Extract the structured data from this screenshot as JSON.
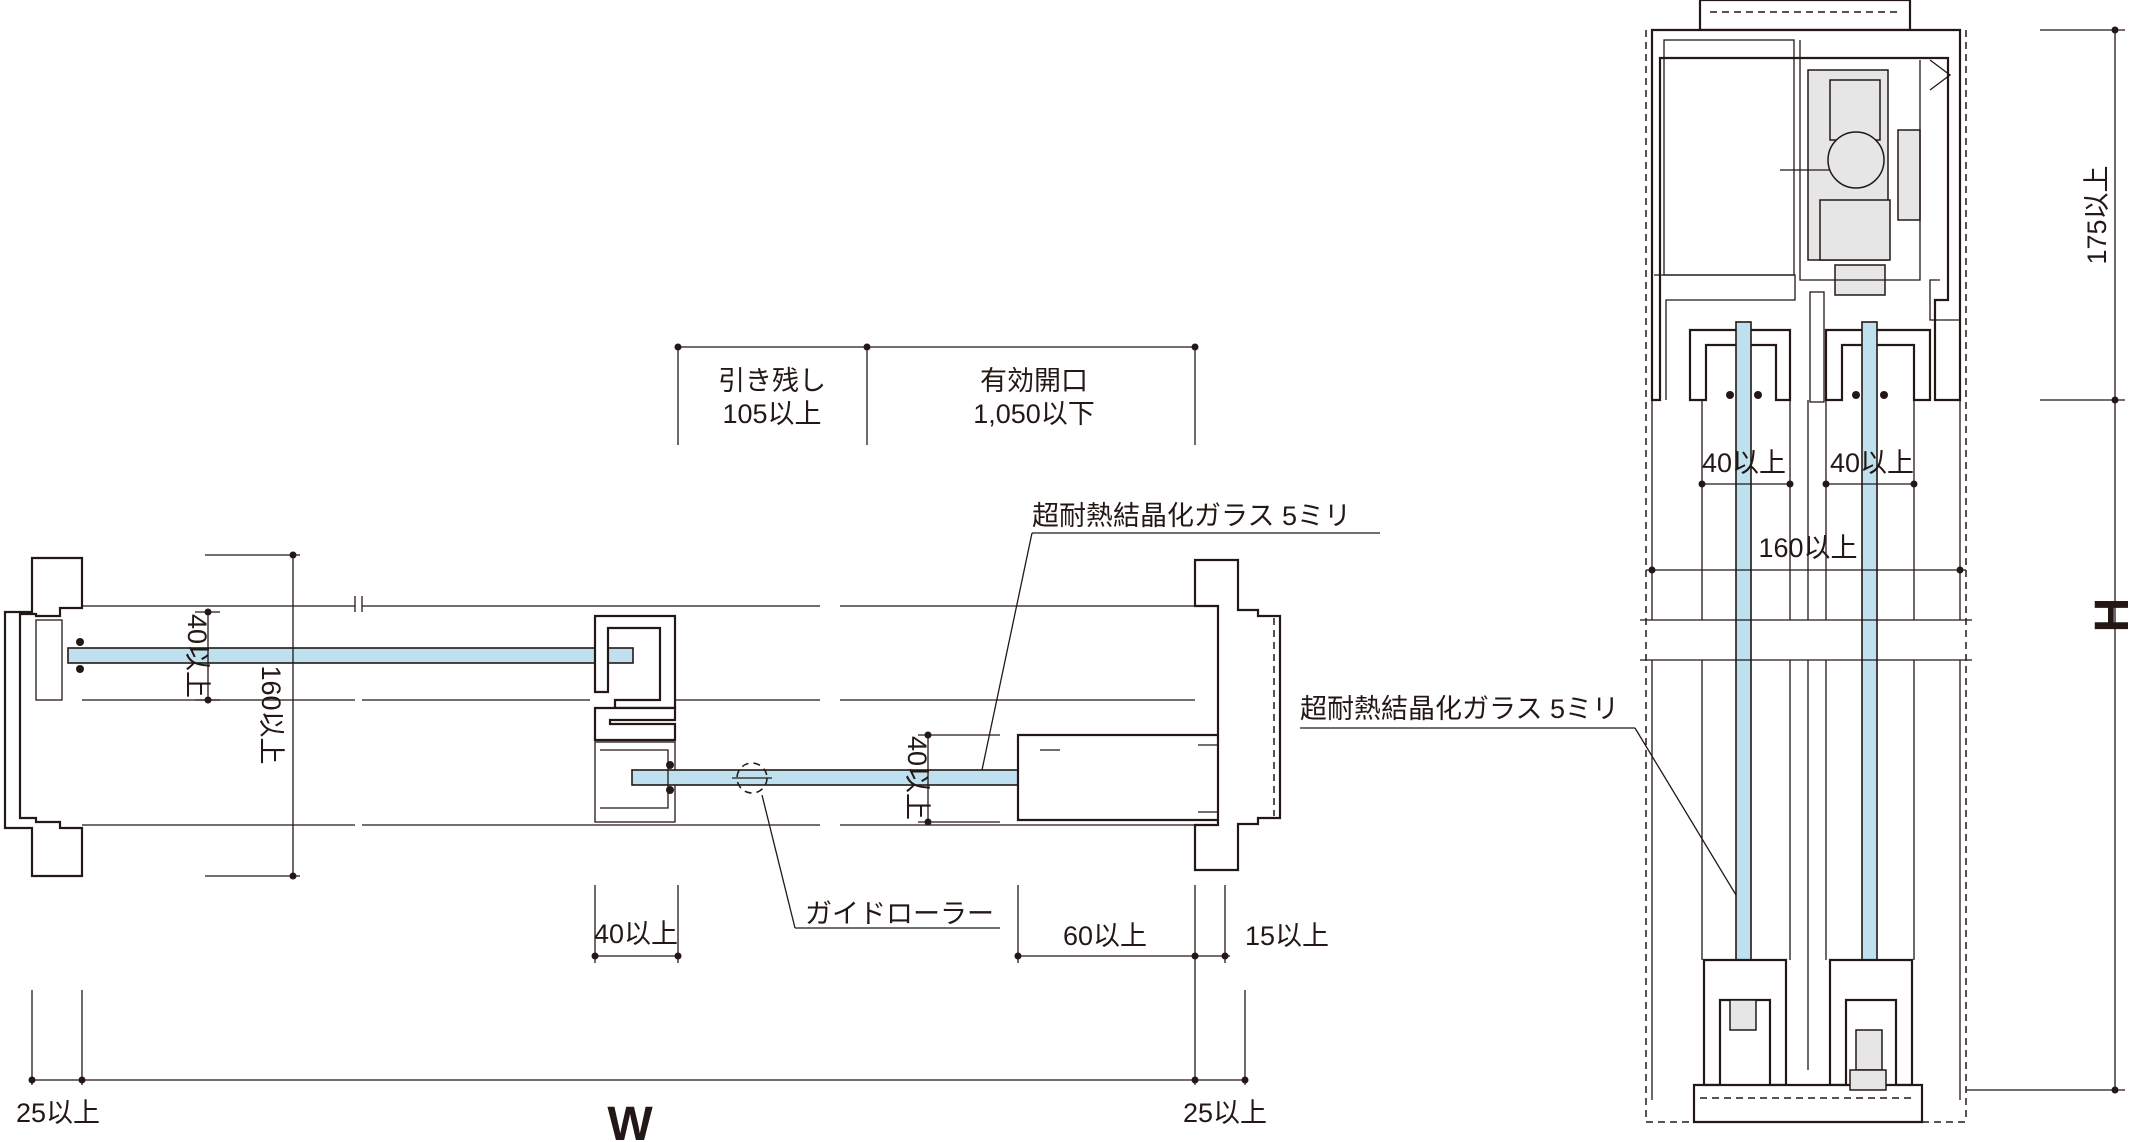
{
  "plan": {
    "hikinokoshi_title": "引き残し",
    "hikinokoshi_value": "105以上",
    "opening_title": "有効開口",
    "opening_value": "1,050以下",
    "glass_label": "超耐熱結晶化ガラス 5ミリ",
    "dim_40_left": "40以上",
    "dim_160": "160以上",
    "dim_40_mid": "40以上",
    "dim_40_right": "40以上",
    "guide_roller": "ガイドローラー",
    "dim_60": "60以上",
    "dim_15": "15以上",
    "dim_25_left": "25以上",
    "dim_25_right": "25以上",
    "width_symbol": "W"
  },
  "section": {
    "dim_175": "175以上",
    "dim_40_a": "40以上",
    "dim_40_b": "40以上",
    "dim_160": "160以上",
    "height_symbol": "H",
    "glass_label": "超耐熱結晶化ガラス 5ミリ"
  },
  "colors": {
    "line": "#231815",
    "glass": "#bfe0ef",
    "hardware": "#e6e6e6"
  }
}
